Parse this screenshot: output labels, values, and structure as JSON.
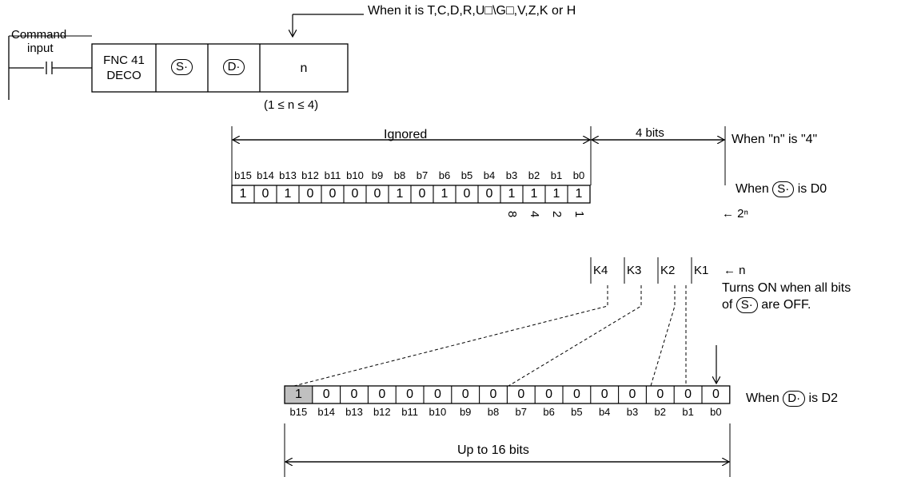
{
  "header": {
    "operand_note": "When it is T,C,D,R,U□\\G□,V,Z,K or H",
    "command_label_1": "Command",
    "command_label_2": "input",
    "fnc_label_1": "FNC 41",
    "fnc_label_2": "DECO",
    "src_operand": "S·",
    "dst_operand": "D·",
    "n_operand": "n",
    "n_range": "(1 ≤ n ≤ 4)"
  },
  "source": {
    "ignored_label": "Ignored",
    "bits_label": "4 bits",
    "n_condition": "When \"n\" is \"4\"",
    "bit_labels": [
      "b15",
      "b14",
      "b13",
      "b12",
      "b11",
      "b10",
      "b9",
      "b8",
      "b7",
      "b6",
      "b5",
      "b4",
      "b3",
      "b2",
      "b1",
      "b0"
    ],
    "bit_values": [
      "1",
      "0",
      "1",
      "0",
      "0",
      "0",
      "0",
      "1",
      "0",
      "1",
      "0",
      "0",
      "1",
      "1",
      "1",
      "1"
    ],
    "when_label": "When",
    "when_operand": "S·",
    "when_suffix": "is D0",
    "powers": [
      "8",
      "4",
      "2",
      "1"
    ],
    "power_note": "← 2ⁿ"
  },
  "n_values": {
    "labels": [
      "K4",
      "K3",
      "K2",
      "K1"
    ],
    "arrow_note": "← n",
    "turns_on_1": "Turns ON when all bits",
    "turns_on_2_prefix": "of",
    "turns_on_operand": "S·",
    "turns_on_2_suffix": "are OFF."
  },
  "destination": {
    "bit_values": [
      "1",
      "0",
      "0",
      "0",
      "0",
      "0",
      "0",
      "0",
      "0",
      "0",
      "0",
      "0",
      "0",
      "0",
      "0",
      "0"
    ],
    "bit_labels": [
      "b15",
      "b14",
      "b13",
      "b12",
      "b11",
      "b10",
      "b9",
      "b8",
      "b7",
      "b6",
      "b5",
      "b4",
      "b3",
      "b2",
      "b1",
      "b0"
    ],
    "when_label": "When",
    "when_operand": "D·",
    "when_suffix": "is D2",
    "span_label": "Up to 16 bits",
    "highlight_color": "#c0c0c0"
  }
}
